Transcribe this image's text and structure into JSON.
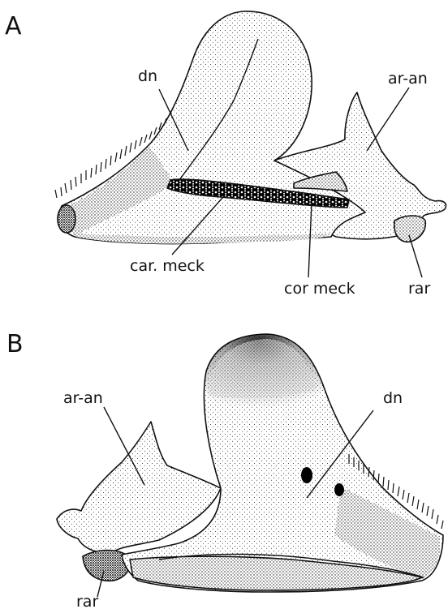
{
  "panels": [
    {
      "letter": "A",
      "labels": {
        "dn": "dn",
        "ar_an": "ar-an",
        "car_meck": "car. meck",
        "cor_meck": "cor meck",
        "rar": "rar"
      }
    },
    {
      "letter": "B",
      "labels": {
        "ar_an": "ar-an",
        "dn": "dn",
        "rar": "rar"
      }
    }
  ]
}
